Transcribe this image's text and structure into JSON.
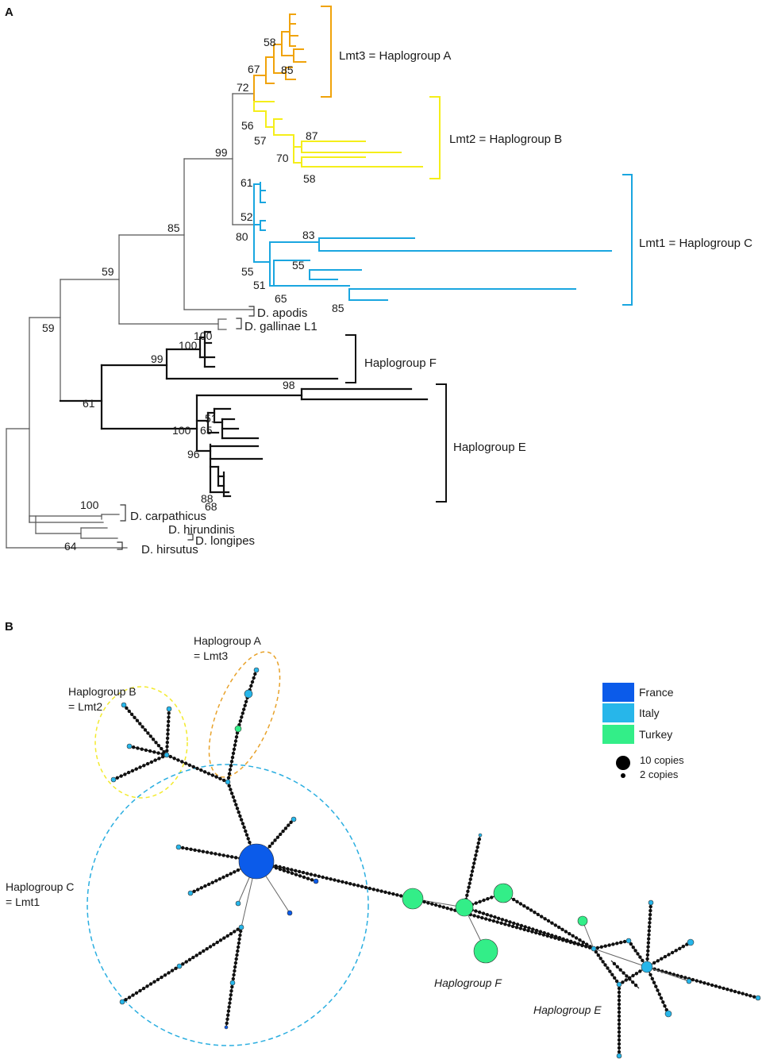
{
  "panel_a": {
    "letter": "A",
    "clade_labels": {
      "lmt3": "Lmt3 = Haplogroup A",
      "lmt2": "Lmt2 = Haplogroup B",
      "lmt1": "Lmt1 = Haplogroup C",
      "hapF": "Haplogroup F",
      "hapE": "Haplogroup E"
    },
    "species": {
      "apodis": "D. apodis",
      "gallinae": "D. gallinae L1",
      "carpathicus": "D. carpathicus",
      "hirundinis": "D. hirundinis",
      "longipes": "D. longipes",
      "hirsutus": "D. hirsutus"
    },
    "bootstrap": {
      "b58a": "58",
      "b85a": "85",
      "b67": "67",
      "b72": "72",
      "b87": "87",
      "b56": "56",
      "b57": "57",
      "b70": "70",
      "b58b": "58",
      "b99a": "99",
      "b61a": "61",
      "b52": "52",
      "b80": "80",
      "b83": "83",
      "b55a": "55",
      "b55b": "55",
      "b51a": "51",
      "b65a": "65",
      "b85b": "85",
      "b85c": "85",
      "b59a": "59",
      "b59b": "59",
      "b100a": "100",
      "b100b": "100",
      "b99b": "99",
      "b98": "98",
      "b61b": "61",
      "b51b": "51",
      "b100c": "100",
      "b65b": "65",
      "b96": "96",
      "b88": "88",
      "b68": "68",
      "b100d": "100",
      "b64": "64"
    },
    "colors": {
      "lmt3": "#f0a30a",
      "lmt2": "#f5ee1a",
      "lmt1": "#1aa6e0",
      "black": "#111111",
      "grey": "#555555"
    }
  },
  "panel_b": {
    "letter": "B",
    "group_labels": {
      "hapA": "Haplogroup A",
      "hapA_eq": "= Lmt3",
      "hapB": "Haplogroup B",
      "hapB_eq": "= Lmt2",
      "hapC": "Haplogroup C",
      "hapC_eq": "= Lmt1",
      "hapF": "Haplogroup F",
      "hapE": "Haplogroup E"
    },
    "legend": {
      "france": "France",
      "italy": "Italy",
      "turkey": "Turkey",
      "copies10": "10 copies",
      "copies2": "2 copies"
    },
    "colors": {
      "france": "#0b5bea",
      "italy": "#27b6ea",
      "turkey": "#33ee88",
      "hapA_ring": "#e8a22a",
      "hapB_ring": "#f3ea2e",
      "hapC_ring": "#2aaee0"
    }
  }
}
